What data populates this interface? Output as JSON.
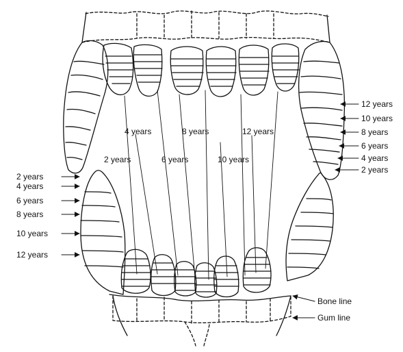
{
  "diagram": {
    "upper_incisor_ages": [
      "2 years",
      "4 years",
      "6 years",
      "8 years",
      "10 years",
      "12 years"
    ],
    "right_scale": [
      "12 years",
      "10 years",
      "8 years",
      "6 years",
      "4 years",
      "2 years"
    ],
    "left_scale": [
      "2 years",
      "4 years",
      "6 years",
      "8 years",
      "10 years",
      "12 years"
    ],
    "bone_line": "Bone line",
    "gum_line": "Gum line"
  }
}
